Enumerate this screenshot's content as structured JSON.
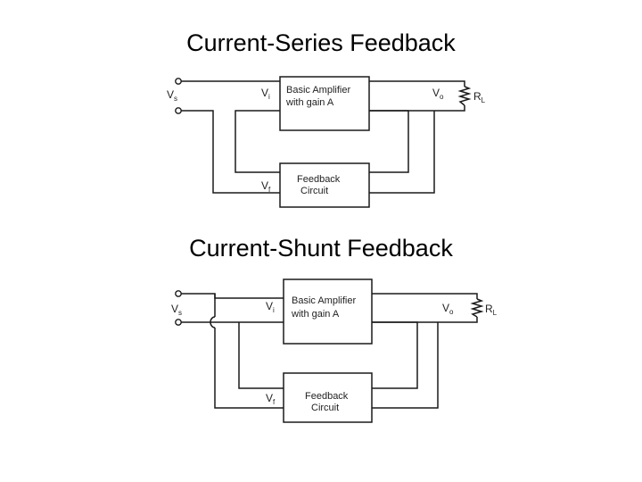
{
  "diagrams": [
    {
      "title": "Current-Series Feedback",
      "amplifier_line1": "Basic Amplifier",
      "amplifier_line2": "with gain  A",
      "feedback_line1": "Feedback",
      "feedback_line2": "Circuit",
      "vs": "V",
      "vs_sub": "s",
      "vi": "V",
      "vi_sub": "i",
      "vo": "V",
      "vo_sub": "o",
      "vf": "V",
      "vf_sub": "f",
      "rl": "R",
      "rl_sub": "L"
    },
    {
      "title": "Current-Shunt Feedback",
      "amplifier_line1": "Basic Amplifier",
      "amplifier_line2": "with gain  A",
      "feedback_line1": "Feedback",
      "feedback_line2": "Circuit",
      "vs": "V",
      "vs_sub": "s",
      "vi": "V",
      "vi_sub": "i",
      "vo": "V",
      "vo_sub": "o",
      "vf": "V",
      "vf_sub": "f",
      "rl": "R",
      "rl_sub": "L"
    }
  ]
}
